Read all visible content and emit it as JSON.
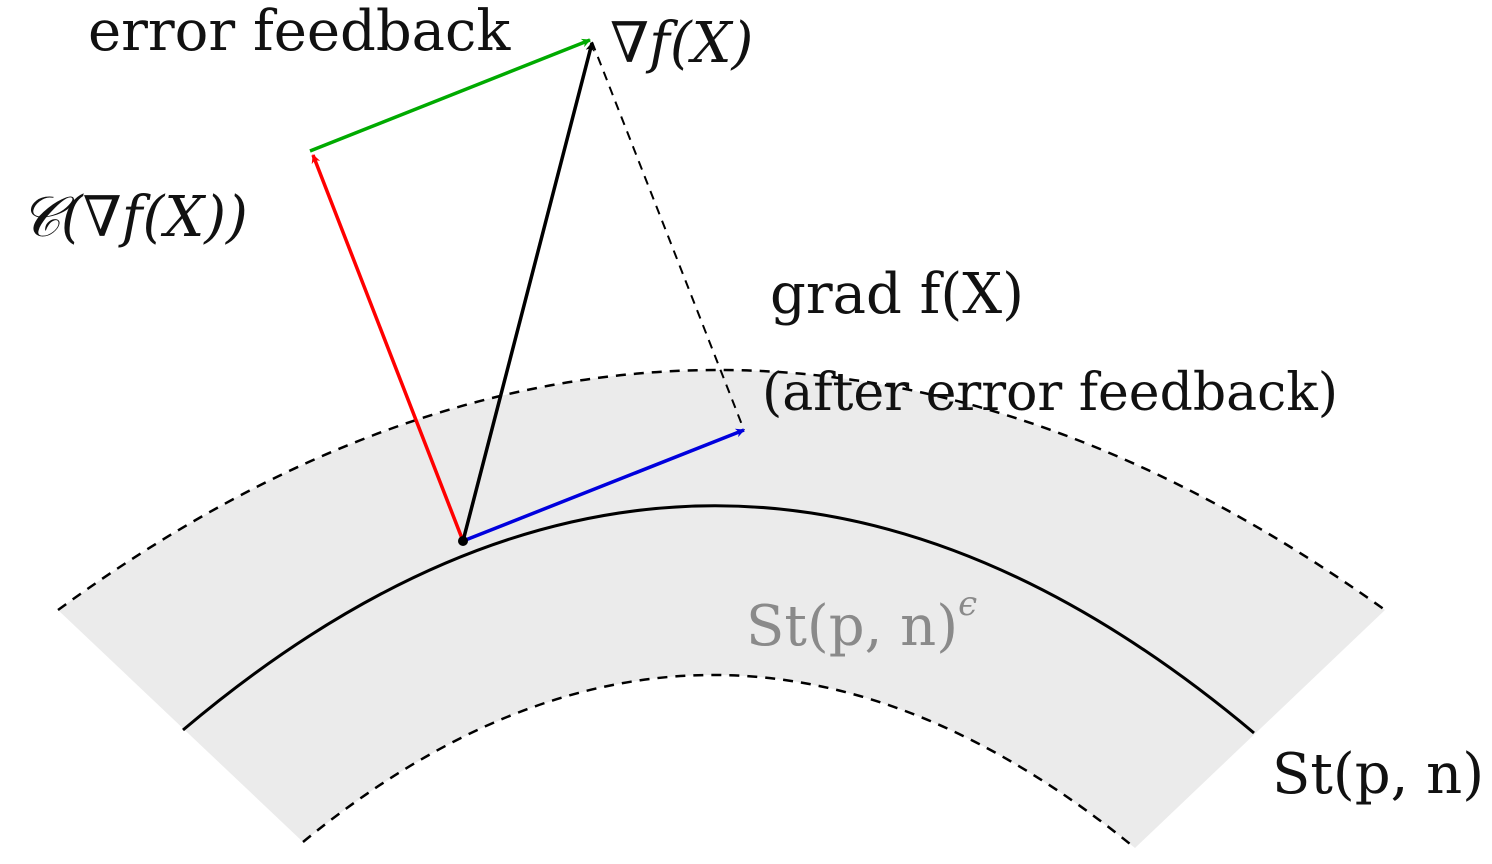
{
  "labels": {
    "error_feedback": "error feedback",
    "nabla_f_x": "∇f(X)",
    "compressed_grad": "𝒞(∇f(X))",
    "grad_f_line1": "grad f(X)",
    "grad_f_line2": "(after error feedback)",
    "stiefel_neighborhood": "St(p, n)",
    "stiefel_neighborhood_sup": "ϵ",
    "stiefel_manifold": "St(p, n)"
  },
  "colors": {
    "compression_arrow": "#ff0000",
    "error_feedback_arrow": "#00aa00",
    "euclidean_grad_arrow": "#000000",
    "riemannian_grad_arrow": "#0000dd",
    "neighborhood_fill": "#ebebeb",
    "neighborhood_label": "#8a8a8a"
  }
}
